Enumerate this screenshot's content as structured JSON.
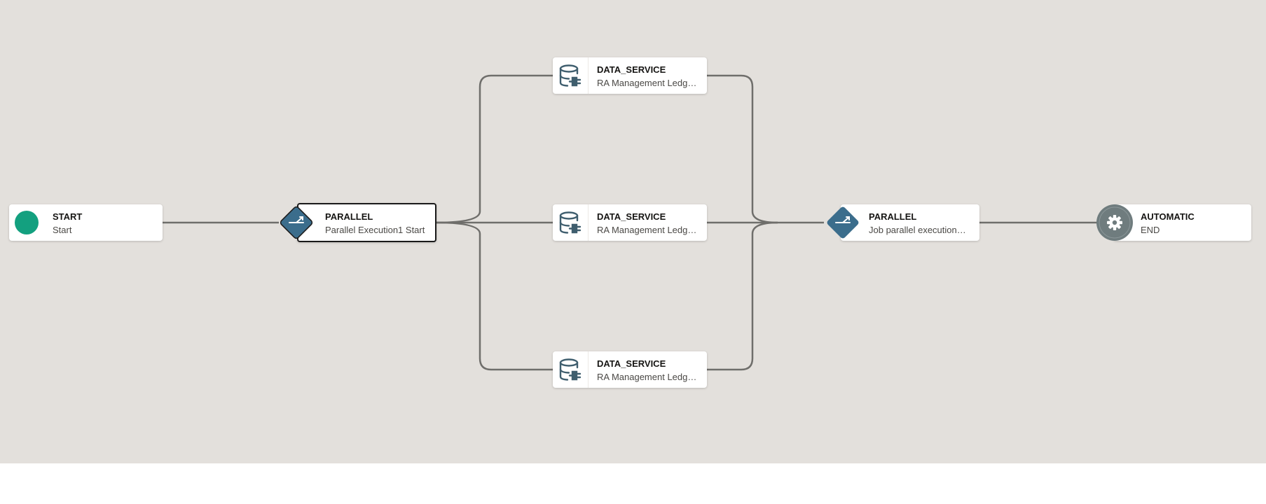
{
  "colors": {
    "canvas": "#e3e0dc",
    "edge": "#6f6e6b",
    "start": "#13a07f",
    "parallel": "#3b6d8c",
    "automatic": "#6f7c7e",
    "data_service_icon": "#3f5e6e"
  },
  "nodes": {
    "start": {
      "type": "START",
      "label": "Start",
      "icon": "start-circle-icon"
    },
    "parallel_start": {
      "type": "PARALLEL",
      "label": "Parallel Execution1 Start",
      "icon": "fork-arrow-icon"
    },
    "ds_top": {
      "type": "DATA_SERVICE",
      "label": "RA Management Ledg…",
      "icon": "database-plug-icon"
    },
    "ds_mid": {
      "type": "DATA_SERVICE",
      "label": "RA Management Ledg…",
      "icon": "database-plug-icon"
    },
    "ds_bot": {
      "type": "DATA_SERVICE",
      "label": "RA Management Ledg…",
      "icon": "database-plug-icon"
    },
    "parallel_end": {
      "type": "PARALLEL",
      "label": "Job parallel execution…",
      "icon": "fork-arrow-icon"
    },
    "end": {
      "type": "AUTOMATIC",
      "label": "END",
      "icon": "gear-icon"
    }
  }
}
